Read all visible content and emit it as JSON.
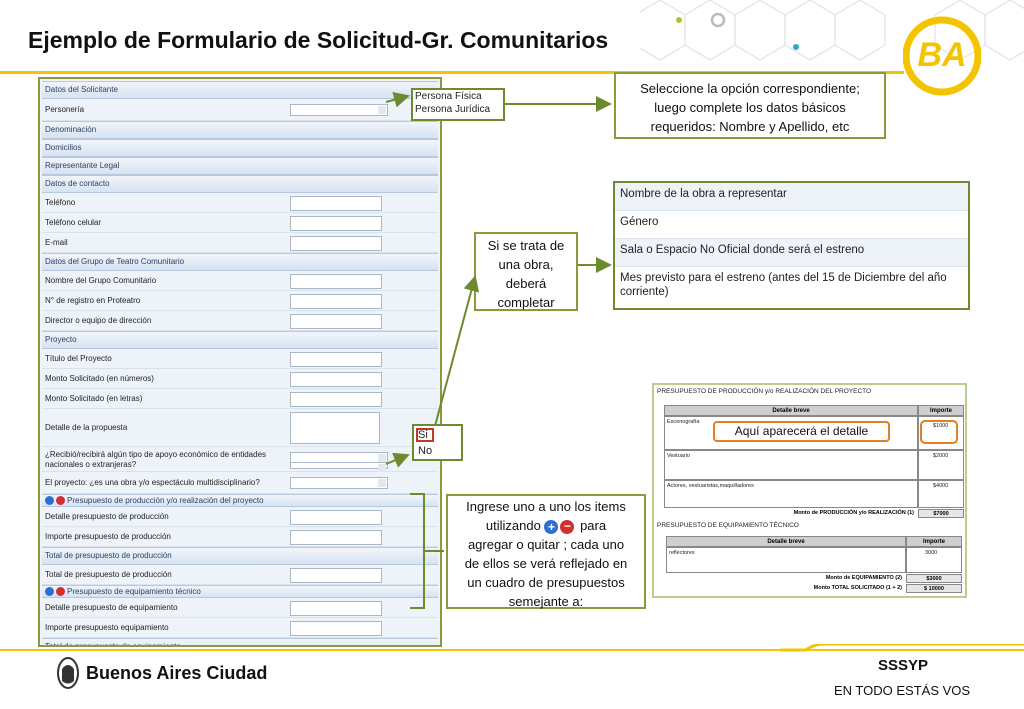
{
  "title": "Ejemplo de Formulario de Solicitud-Gr. Comunitarios",
  "form": {
    "rows": [
      {
        "k": "sec",
        "label": "Datos del Solicitante"
      },
      {
        "k": "sel",
        "label": "Personería"
      },
      {
        "k": "sec",
        "label": "Denominación"
      },
      {
        "k": "sec",
        "label": "Domicilios"
      },
      {
        "k": "sec",
        "label": "Representante Legal"
      },
      {
        "k": "sec",
        "label": "Datos de contacto"
      },
      {
        "k": "in",
        "label": "Teléfono"
      },
      {
        "k": "in",
        "label": "Teléfono celular"
      },
      {
        "k": "in",
        "label": "E-mail"
      },
      {
        "k": "sec",
        "label": "Datos del Grupo de Teatro Comunitario"
      },
      {
        "k": "in",
        "label": "Nombre del Grupo Comunitario"
      },
      {
        "k": "in",
        "label": "N° de registro en Proteatro"
      },
      {
        "k": "in",
        "label": "Director o equipo de dirección"
      },
      {
        "k": "sec",
        "label": "Proyecto"
      },
      {
        "k": "in",
        "label": "Título del Proyecto"
      },
      {
        "k": "in",
        "label": "Monto Solicitado (en números)"
      },
      {
        "k": "in",
        "label": "Monto Solicitado (en letras)"
      },
      {
        "k": "ta",
        "label": "Detalle de la propuesta"
      },
      {
        "k": "sel2",
        "label": "¿Recibió/recibirá algún tipo de apoyo económico de entidades nacionales o extranjeras?"
      },
      {
        "k": "sel",
        "label": "El proyecto: ¿es una obra y/o espectáculo multidisciplinario?"
      },
      {
        "k": "secpm",
        "label": "Presupuesto de producción y/o realización del proyecto"
      },
      {
        "k": "in",
        "label": "Detalle presupuesto de producción"
      },
      {
        "k": "in",
        "label": "Importe presupuesto de producción"
      },
      {
        "k": "sec",
        "label": "Total de presupuesto de producción"
      },
      {
        "k": "in",
        "label": "Total de presupuesto de producción"
      },
      {
        "k": "secpm",
        "label": "Presupuesto de equipamiento técnico"
      },
      {
        "k": "in",
        "label": "Detalle presupuesto de equipamiento"
      },
      {
        "k": "in",
        "label": "Importe presupuesto equipamiento"
      },
      {
        "k": "sec",
        "label": "Total de presupuesto de equipamiento"
      },
      {
        "k": "in",
        "label": "Total de presupuesto de equipamiento"
      }
    ]
  },
  "personeria_options": [
    "Persona Física",
    "Persona Jurídica"
  ],
  "sino_options": [
    "Si",
    "No"
  ],
  "callout_personeria": [
    "Seleccione la opción correspondiente;",
    "luego complete los datos básicos",
    "requeridos: Nombre y Apellido, etc"
  ],
  "callout_obra": [
    "Si se trata de",
    "una obra,",
    "deberá",
    "completar"
  ],
  "callout_items": {
    "line1": "Ingrese uno a uno los items",
    "line2a": "utilizando",
    "line2b": "para",
    "rest": [
      "agregar o quitar ; cada uno",
      "de ellos se verá reflejado en",
      "un cuadro de presupuestos",
      "semejante a:"
    ]
  },
  "obra_fields": [
    "Nombre de la obra a representar",
    "Género",
    "Sala o Espacio No Oficial donde será el estreno",
    "Mes previsto para el estreno (antes del 15 de Diciembre del año corriente)"
  ],
  "presupuesto": {
    "title1": "PRESUPUESTO DE PRODUCCIÓN y/o REALIZACIÓN DEL PROYECTO",
    "col_detalle": "Detalle breve",
    "col_importe": "Importe",
    "prod_rows": [
      {
        "detalle": "Escenografía",
        "importe": "$1000"
      },
      {
        "detalle": "Vestuario",
        "importe": "$2000"
      },
      {
        "detalle": "Actores, vestuaristas,maquilladores",
        "importe": "$4000"
      }
    ],
    "monto_prod_label": "Monto de PRODUCCIÓN y/o REALIZACIÓN (1)",
    "monto_prod": "$7000",
    "title2": "PRESUPUESTO DE EQUIPAMIENTO TÉCNICO",
    "equip_rows": [
      {
        "detalle": "reflectores",
        "importe": "3000"
      }
    ],
    "monto_equip_label": "Monto de EQUIPAMIENTO (2)",
    "monto_equip": "$3000",
    "monto_total_label": "Monto TOTAL SOLICITADO (1 + 2)",
    "monto_total": "$ 10000",
    "detalle_callout": "Aquí aparecerá el detalle"
  },
  "footer": {
    "brand": "Buenos Aires Ciudad",
    "org": "SSSYP",
    "slogan": "EN TODO ESTÁS VOS"
  },
  "logo_text": "BA",
  "colors": {
    "accent_yellow": "#f5c400",
    "frame_green": "#8a9a3c",
    "highlight_red": "#c0392b",
    "highlight_orange": "#e67e22"
  }
}
